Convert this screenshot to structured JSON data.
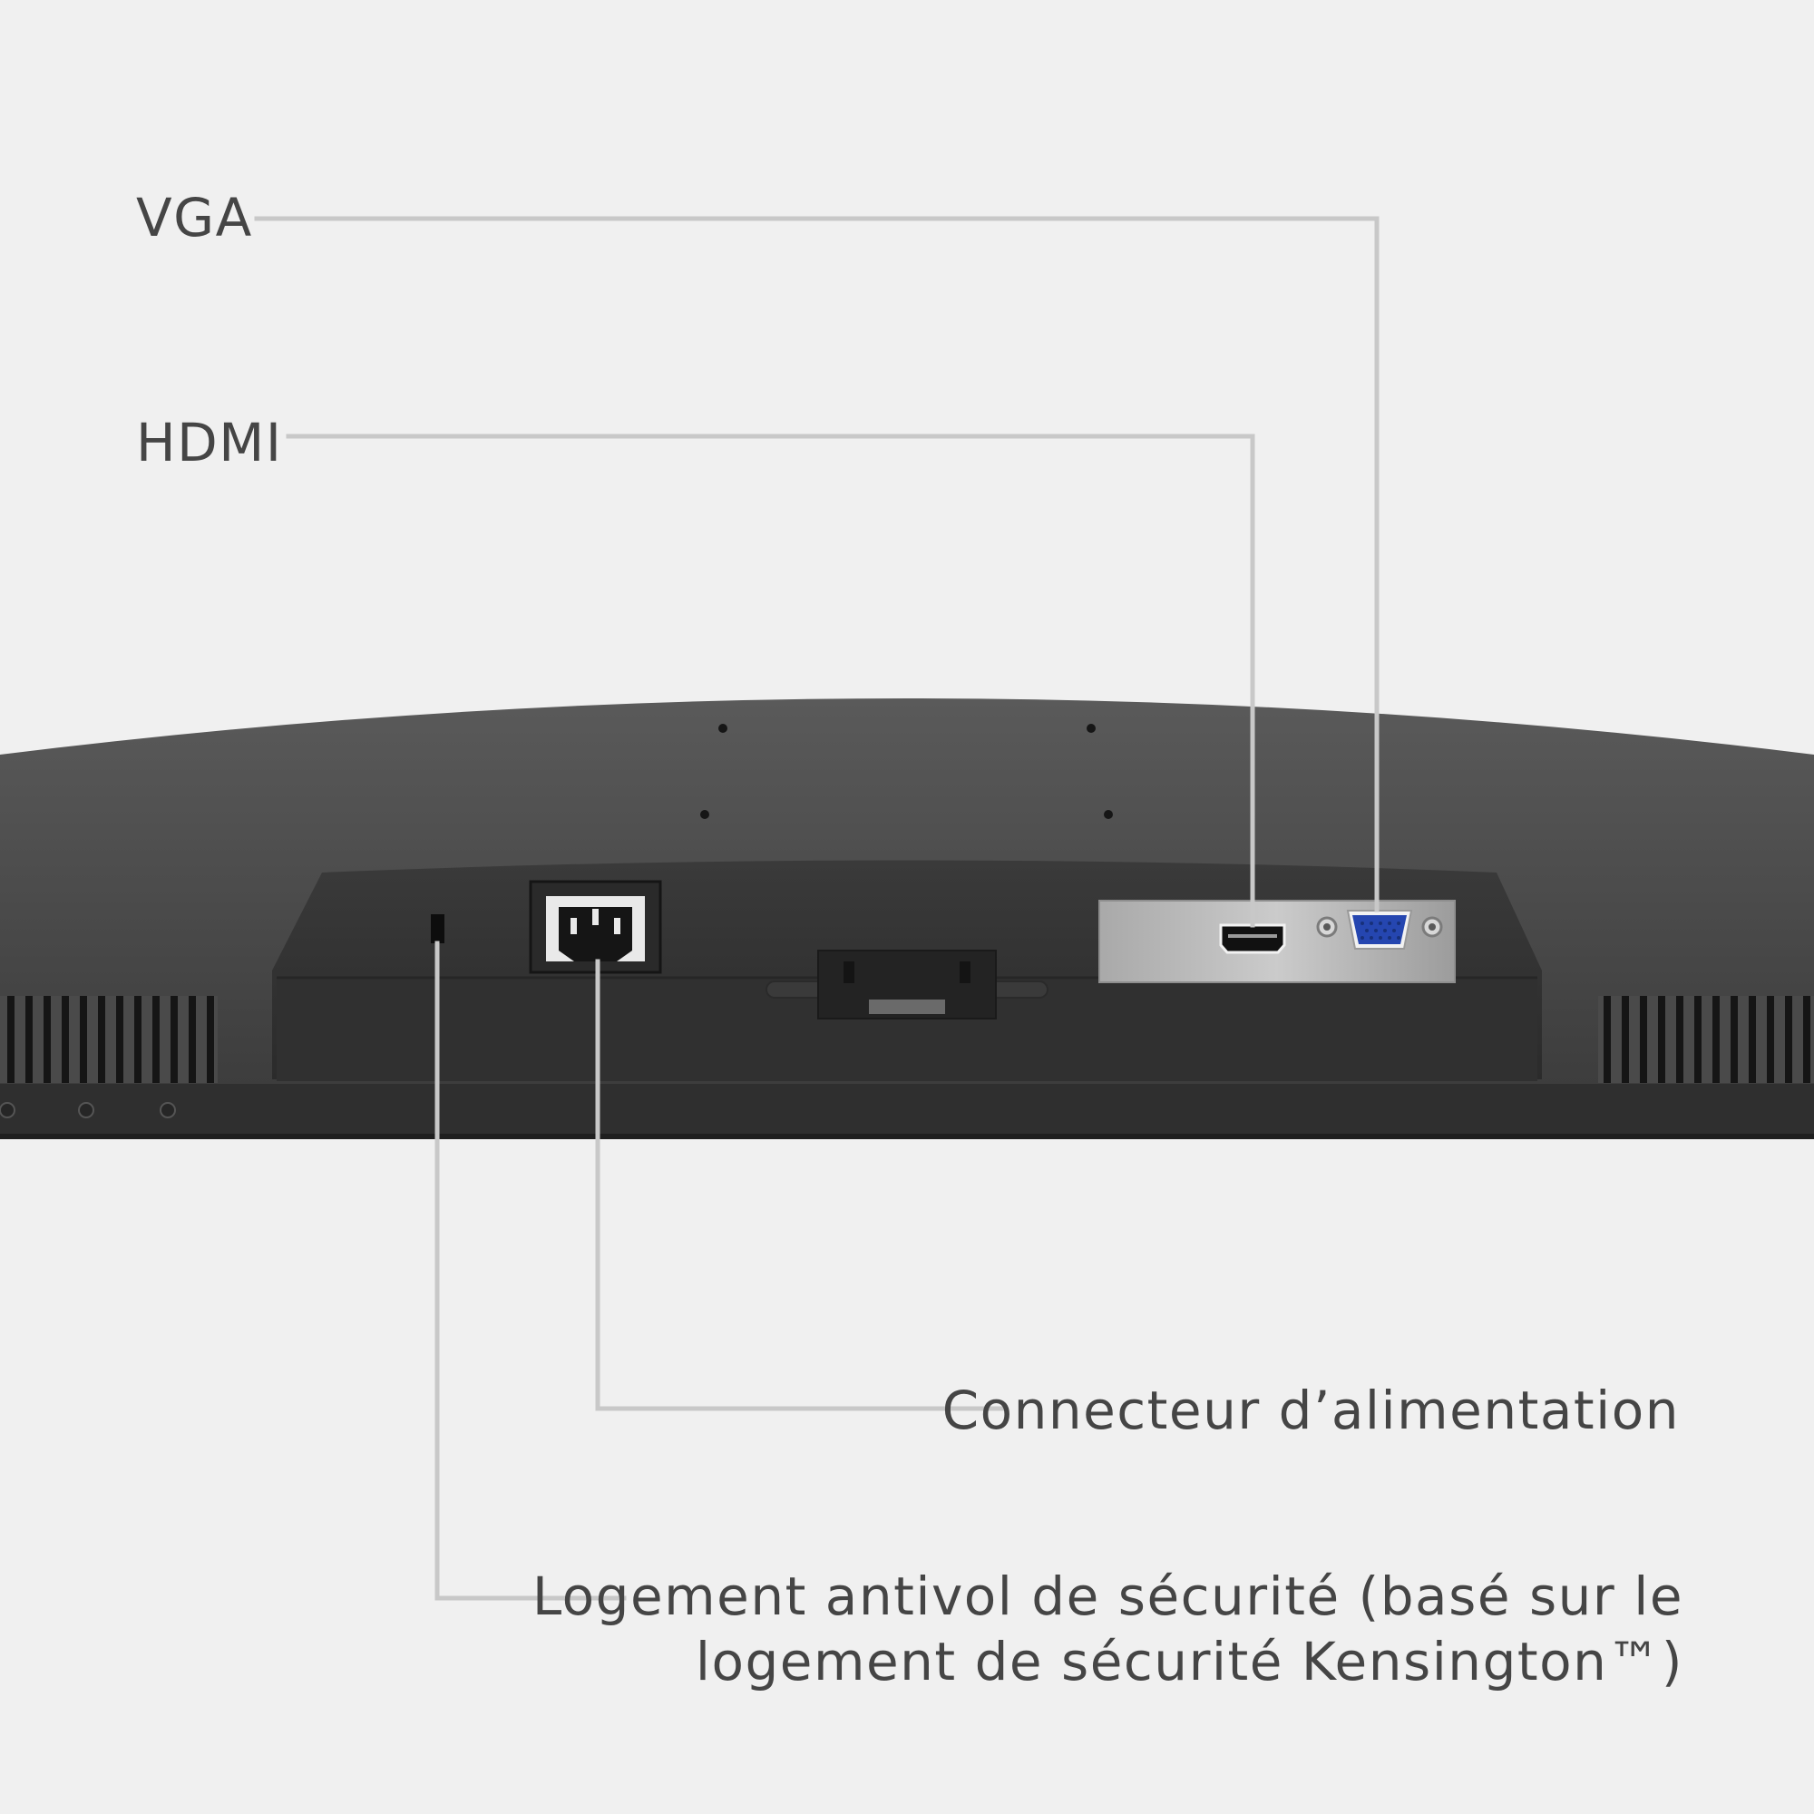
{
  "labels": {
    "vga": "VGA",
    "hdmi": "HDMI",
    "power_connector": "Connecteur d’alimentation",
    "security_slot_line1": "Logement antivol de sécurité (basé sur le",
    "security_slot_line2": "logement de sécurité Kensington™)"
  },
  "colors": {
    "background": "#f0f0f0",
    "leader_line": "#c8c8c8",
    "label_text": "#454545",
    "monitor_body": "#4a4a4a",
    "vga_port": "#2546b0"
  },
  "icons": [
    "vga-port-icon",
    "hdmi-port-icon",
    "power-socket-icon",
    "kensington-slot-icon",
    "vent-grille-icon"
  ]
}
